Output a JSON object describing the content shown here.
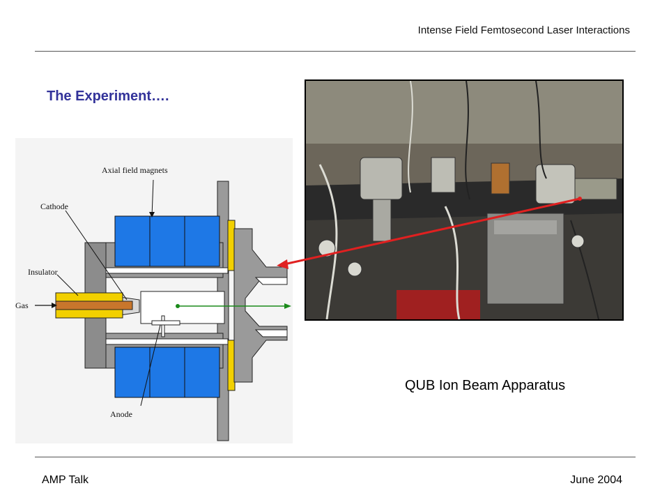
{
  "header": {
    "title": "Intense Field Femtosecond Laser Interactions"
  },
  "slide": {
    "title": "The Experiment…."
  },
  "diagram": {
    "labels": {
      "magnets": "Axial field magnets",
      "cathode": "Cathode",
      "insulator": "Insulator",
      "gas": "Gas",
      "anode": "Anode"
    },
    "colors": {
      "magnet": "#1e78e6",
      "insulator": "#f2d000",
      "frame": "#8c8c8c",
      "beam_arrow": "#1a8a1a"
    }
  },
  "photo": {
    "caption": "QUB Ion Beam Apparatus",
    "pointer_color": "#e02020"
  },
  "footer": {
    "left": "AMP Talk",
    "right": "June 2004"
  }
}
